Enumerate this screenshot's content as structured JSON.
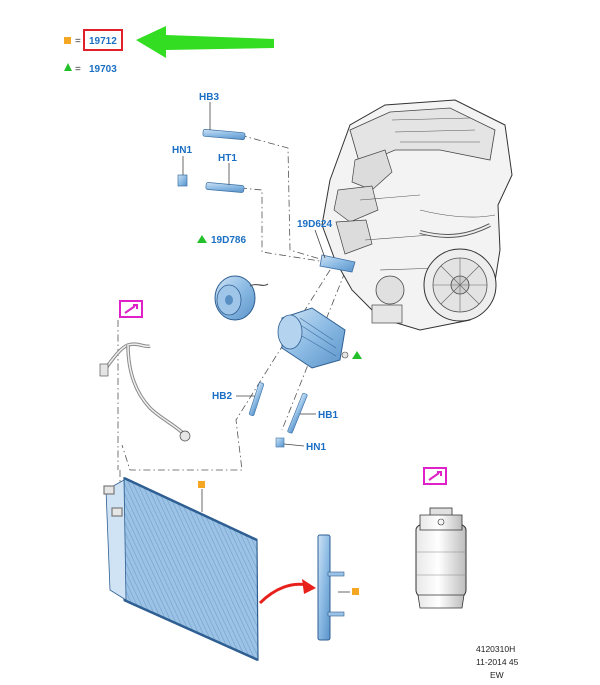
{
  "legend": {
    "square_part": "19712",
    "triangle_part": "19703",
    "eq_sign": "="
  },
  "labels": {
    "hb3": "HB3",
    "hn1_top": "HN1",
    "ht1": "HT1",
    "p19d624": "19D624",
    "p19d786": "19D786",
    "hb2": "HB2",
    "hb1": "HB1",
    "hn1_bottom": "HN1"
  },
  "footer": {
    "line1": "4120310H",
    "line2": "11-2014 45",
    "line3": "EW"
  },
  "colors": {
    "label_blue": "#1a6fc4",
    "square_marker": "#f5a623",
    "triangle_marker": "#22c12a",
    "highlight_box": "#e0202a",
    "pointer_arrow": "#33dd22",
    "special_tool": "#e020c8",
    "flow_arrow": "#e8201c",
    "part_blue": "#7fb3e0"
  },
  "icons": [
    "square-marker-icon",
    "triangle-marker-icon",
    "special-tool-icon",
    "pointer-arrow-icon",
    "flow-arrow-icon"
  ]
}
